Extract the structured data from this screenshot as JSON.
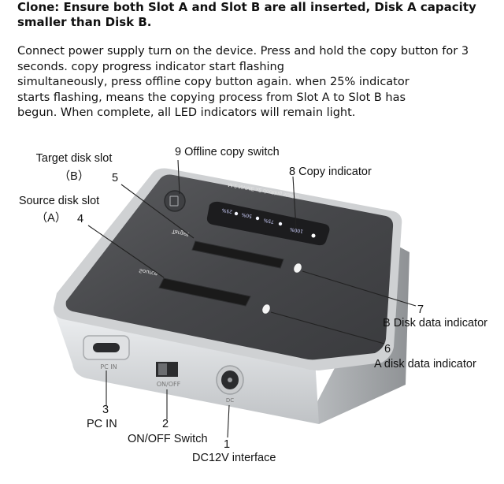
{
  "title": "Clone: Ensure both Slot A and Slot B are all inserted, Disk A capacity smaller than Disk B.",
  "instructions": [
    "Connect power supply turn on the device. Press and hold the copy button for 3",
    "seconds. copy progress indicator start flashing",
    "simultaneously, press offline copy button again. when 25% indicator",
    "starts flashing, means the copying process from Slot A to Slot B has",
    "begun. When complete, all LED indicators will remain light."
  ],
  "device": {
    "top_text": "M.2 NVME x2 docking station",
    "slot_target": "Target",
    "slot_source": "Source",
    "led_25": "25%",
    "led_50": "50%",
    "led_75": "75%",
    "led_100": "100%",
    "port_pc_in": "PC IN",
    "port_on_off": "ON/OFF",
    "port_dc": "DC"
  },
  "callouts": {
    "target_slot": "Target disk slot",
    "target_slot_id": "（B）",
    "source_slot": "Source disk slot",
    "source_slot_id": "（A）",
    "n5": "5",
    "n4": "4",
    "offline_copy": "9 Offline copy switch",
    "copy_indicator": "8  Copy indicator",
    "n7": "7",
    "b_disk": "B Disk data indicator",
    "n6": "6",
    "a_disk": "A disk data indicator",
    "n3": "3",
    "pc_in": "PC IN",
    "n2": "2",
    "on_off": "ON/OFF Switch",
    "n1": "1",
    "dc12v": "DC12V interface"
  },
  "colors": {
    "device_top": "#4a4b4d",
    "device_frame": "#c8cacc",
    "device_front": "#d9dbdd",
    "led": "#f4f6ff"
  }
}
